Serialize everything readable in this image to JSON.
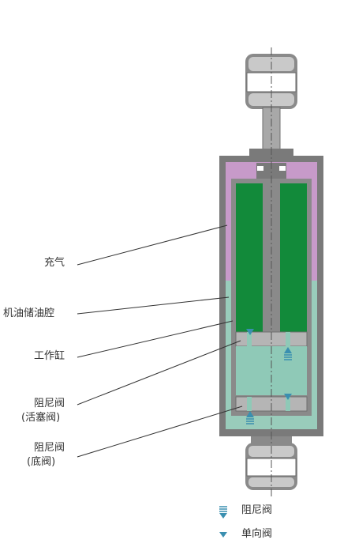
{
  "labels": {
    "gas_charge": "充气",
    "oil_reservoir": "机油储油腔",
    "working_cylinder": "工作缸",
    "piston_valve_line1": "阻尼阀",
    "piston_valve_line2": "(活塞阀)",
    "base_valve_line1": "阻尼阀",
    "base_valve_line2": "(底阀)"
  },
  "legend": {
    "damping_valve": "阻尼阀",
    "check_valve": "单向阀"
  },
  "colors": {
    "outer_gray": "#7a7a7a",
    "gas_purple": "#c79ac9",
    "oil_teal": "#99ccbb",
    "working_oil": "#8fc9b7",
    "green": "#128a3a",
    "rod_gray": "#a8a8a8",
    "valve_gray": "#b5b5b5",
    "arrow_blue": "#3a8fb0"
  }
}
